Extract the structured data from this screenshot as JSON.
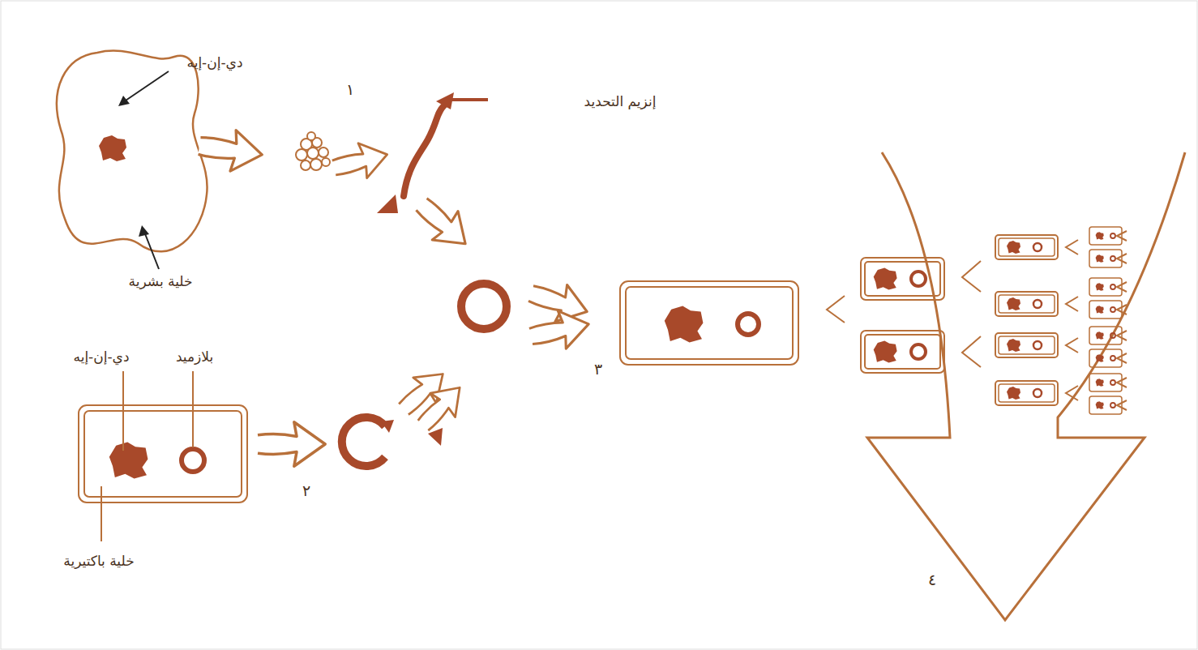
{
  "diagram": {
    "labels": [
      "دي-إن-إيه",
      "١",
      "إنزيم التحديد",
      "خلية بشرية",
      "دي-إن-إيه",
      "بلازميد",
      "٢",
      "٣",
      "خلية باكتيرية",
      "٤"
    ]
  }
}
